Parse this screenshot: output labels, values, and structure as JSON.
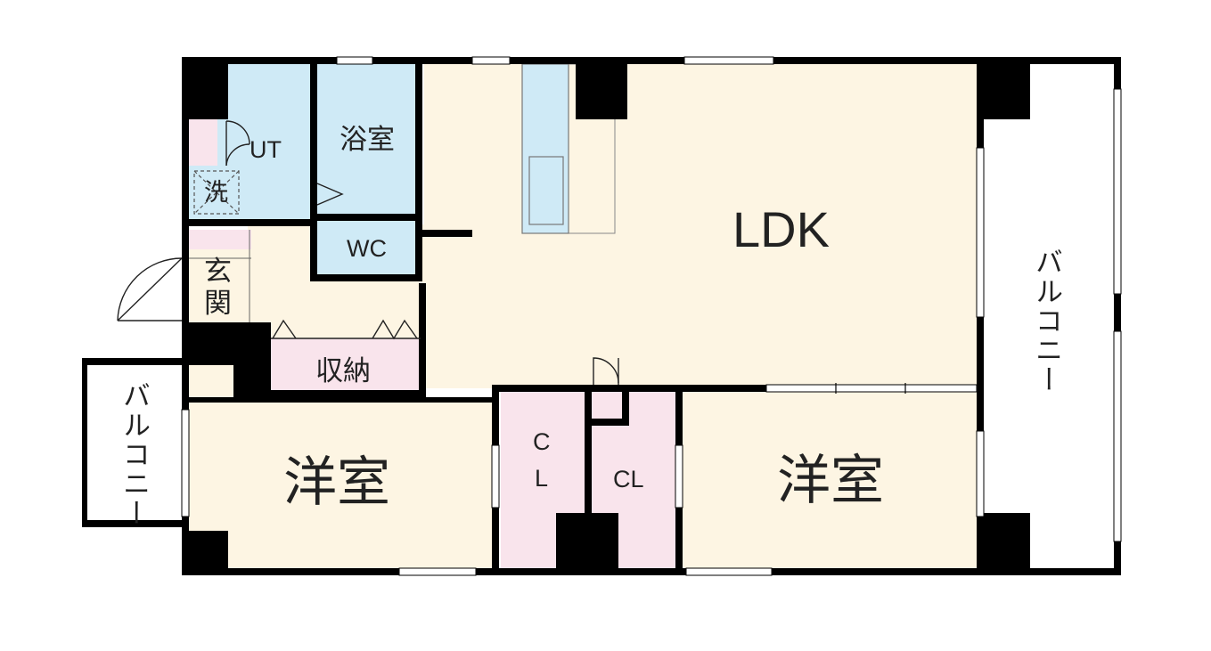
{
  "floor_plan": {
    "rooms": {
      "ldk": "LDK",
      "western_room_left": "洋室",
      "western_room_right": "洋室",
      "bathroom": "浴室",
      "utility": "UT",
      "toilet": "WC",
      "storage": "収納",
      "closet_left_top": "C",
      "closet_left_bottom": "L",
      "closet_right": "CL",
      "washer": "洗",
      "entrance_top": "玄",
      "entrance_bottom": "関",
      "balcony_right": "バルコニー",
      "balcony_left": "バルコニー"
    },
    "colors": {
      "wall": "#000000",
      "living_fill": "#fdf5e3",
      "wet_area_fill": "#cfeaf6",
      "storage_fill": "#f9e4ec",
      "window": "#ffffff"
    }
  }
}
